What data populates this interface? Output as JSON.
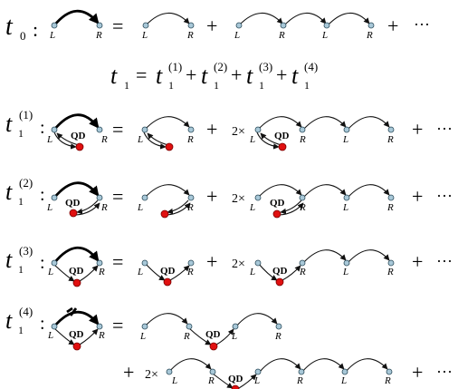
{
  "symbols": {
    "t": "t",
    "sub0": "0",
    "sub1": "1",
    "colon": ":",
    "sup1": "(1)",
    "sup2": "(2)",
    "sup3": "(3)",
    "sup4": "(4)",
    "equals": "=",
    "plus": "+",
    "ellipsis": "···",
    "two_times": "2×"
  },
  "site_labels": {
    "left": "L",
    "right": "R",
    "dot": "QD"
  }
}
